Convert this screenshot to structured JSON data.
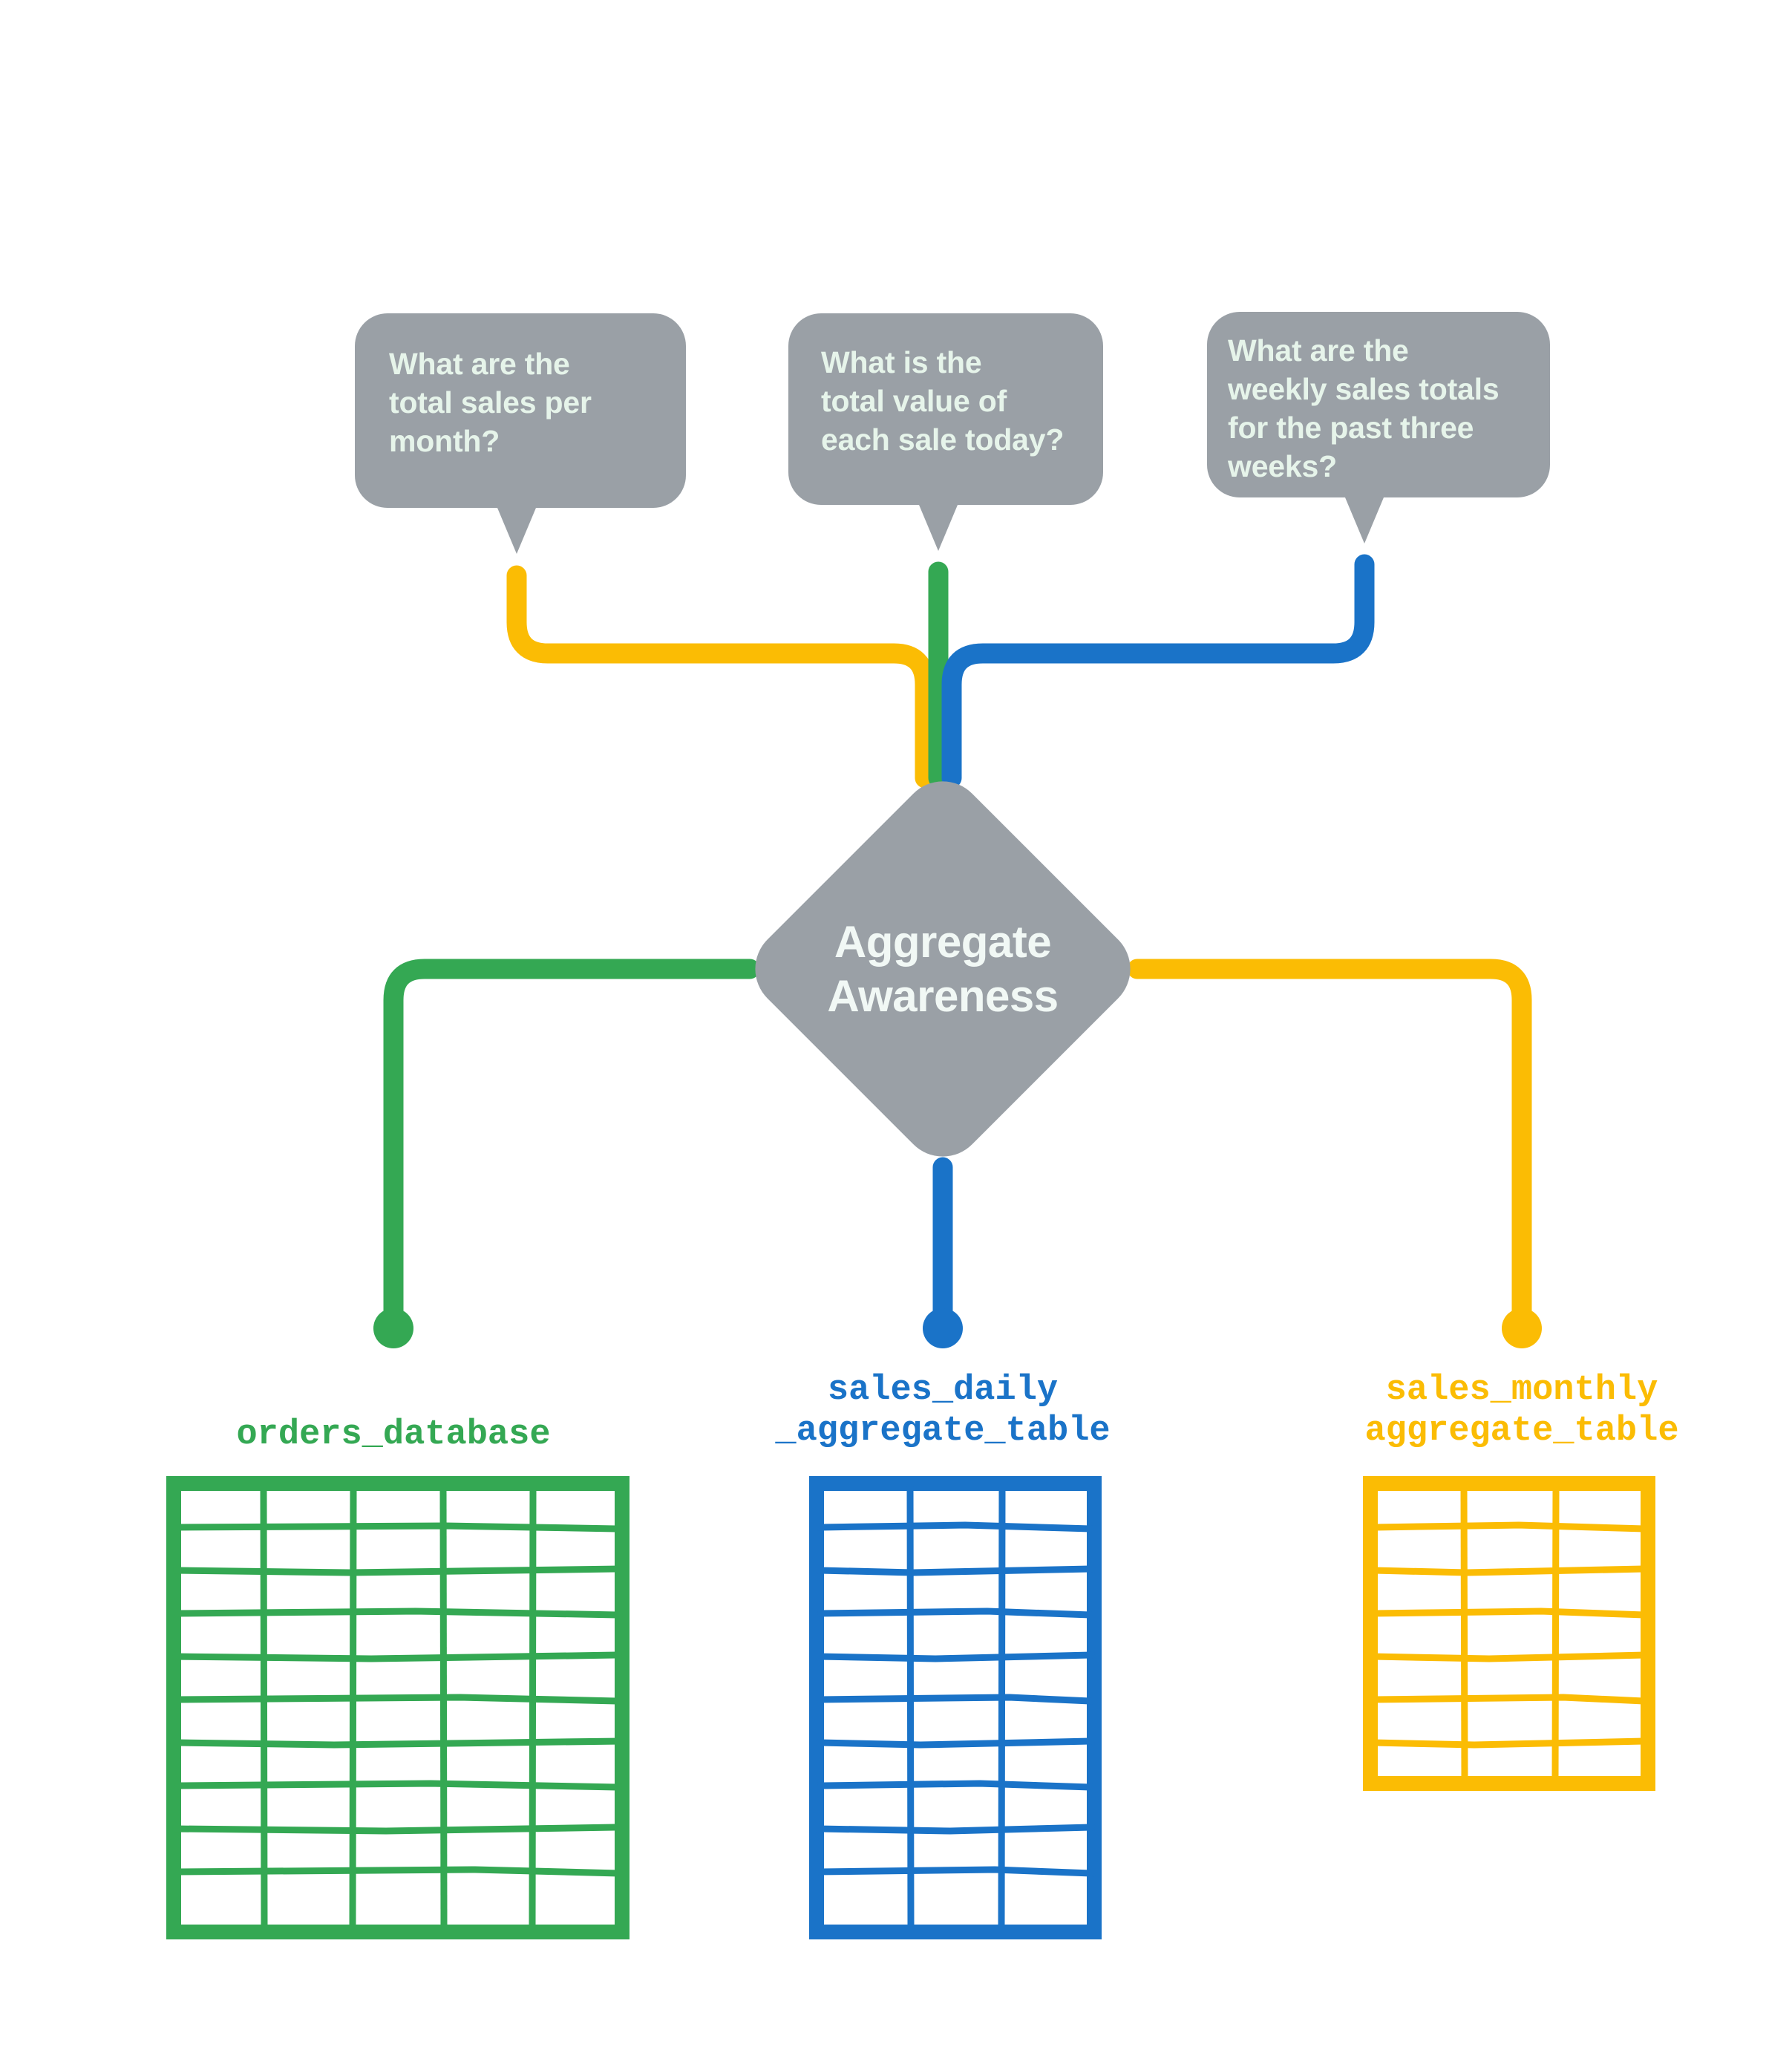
{
  "diagram": {
    "title": "Aggregate Awareness",
    "background_color": "#ffffff",
    "colors": {
      "gray": "#9aa0a6",
      "bubble_text": "#e6f4ea",
      "green": "#34a853",
      "blue": "#1a73c8",
      "yellow": "#fbbc04",
      "diamond_text": "#f1f8f5"
    }
  },
  "questions": [
    {
      "id": "q-monthly",
      "text": "What are the\ntotal sales per\nmonth?",
      "connector_color": "#fbbc04"
    },
    {
      "id": "q-daily",
      "text": "What is the\ntotal value of\neach sale today?",
      "connector_color": "#34a853"
    },
    {
      "id": "q-weekly",
      "text": "What are the\nweekly sales totals\nfor the past three\nweeks?",
      "connector_color": "#1a73c8"
    }
  ],
  "hub": {
    "label": "Aggregate\nAwareness",
    "shape": "diamond",
    "fill": "#9aa0a6",
    "text_color": "#f1f8f5"
  },
  "sources": [
    {
      "id": "orders-database",
      "label": "orders_database",
      "color": "#34a853",
      "columns": 5,
      "rows": 10
    },
    {
      "id": "sales-daily-aggregate-table",
      "label": "sales_daily\n_aggregate_table",
      "color": "#1a73c8",
      "columns": 3,
      "rows": 10
    },
    {
      "id": "sales-monthly-aggregate-table",
      "label": "sales_monthly\naggregate_table",
      "color": "#fbbc04",
      "columns": 3,
      "rows": 7
    }
  ]
}
